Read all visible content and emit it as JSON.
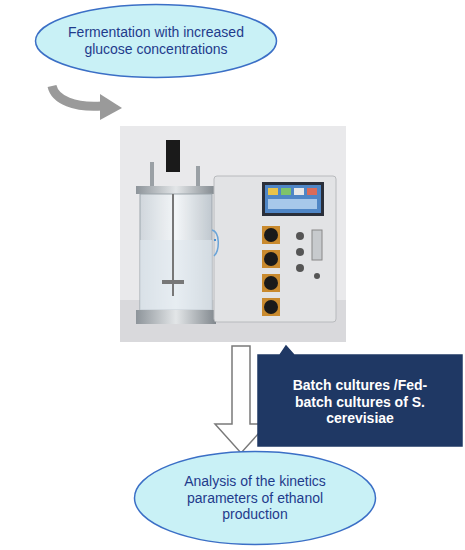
{
  "diagram": {
    "nodes": [
      {
        "text": [
          "Fermentation with increased glucose concentrations"
        ]
      },
      {
        "text": [
          "Batch cultures /Fed-batch cultures of S. cerevisiae"
        ]
      },
      {
        "text": [
          "Analysis of the kinetics parameters of ethanol production"
        ]
      }
    ]
  }
}
